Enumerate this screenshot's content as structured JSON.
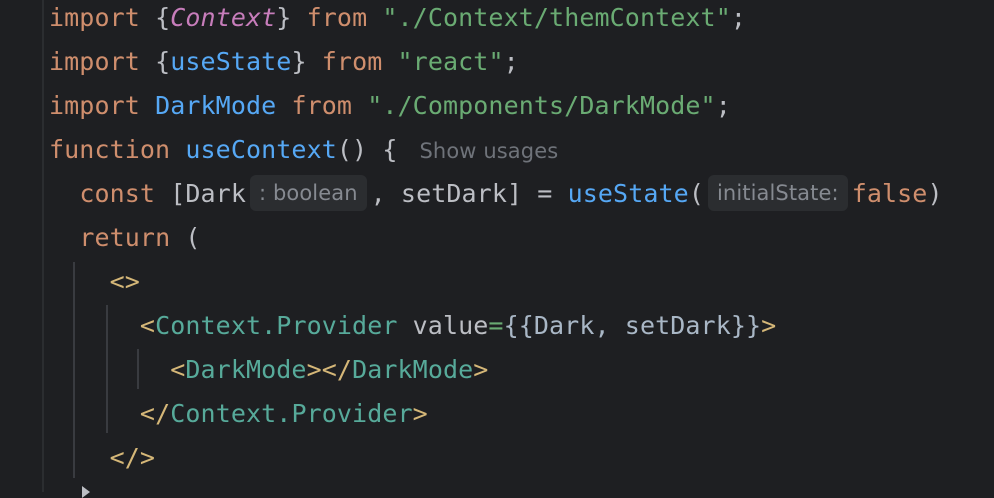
{
  "editor": {
    "theme": {
      "background": "#1e1f22",
      "keyword": "#cf8e6d",
      "function": "#56a8f5",
      "string": "#6aab73",
      "jsx_tag_name": "#57aa9a",
      "jsx_bracket": "#d5b778",
      "identifier_italic": "#c77dbb",
      "inlay_hint_bg": "#2b2d30",
      "inlay_hint_text": "#868a91"
    },
    "lines": [
      {
        "parts": [
          "import",
          " {",
          "Context",
          "} ",
          "from",
          " ",
          "\"./Context/themContext\"",
          ";"
        ]
      },
      {
        "parts": [
          "import",
          " {",
          "useState",
          "} ",
          "from",
          " ",
          "\"react\"",
          ";"
        ]
      },
      {
        "parts": [
          "import",
          " ",
          "DarkMode",
          " ",
          "from",
          " ",
          "\"./Components/DarkMode\"",
          ";"
        ]
      },
      {
        "parts": [
          "function",
          " ",
          "useContext",
          "() {"
        ],
        "codelens": "Show usages"
      },
      {
        "parts": [
          "  ",
          "const",
          " [Dark",
          ", setDark] = ",
          "useState",
          "(",
          "false",
          ")"
        ],
        "hints": [
          ": boolean",
          "initialState:"
        ]
      },
      {
        "parts": [
          "  ",
          "return",
          " ("
        ]
      },
      {
        "parts": [
          "    ",
          "<>"
        ]
      },
      {
        "parts": [
          "      ",
          "<",
          "Context.Provider",
          " ",
          "value",
          "=",
          "{{Dark, setDark}}",
          ">"
        ]
      },
      {
        "parts": [
          "        ",
          "<",
          "DarkMode",
          "></",
          "DarkMode",
          ">"
        ]
      },
      {
        "parts": [
          "      ",
          "</",
          "Context.Provider",
          ">"
        ]
      },
      {
        "parts": [
          "    ",
          "</>"
        ]
      }
    ]
  }
}
